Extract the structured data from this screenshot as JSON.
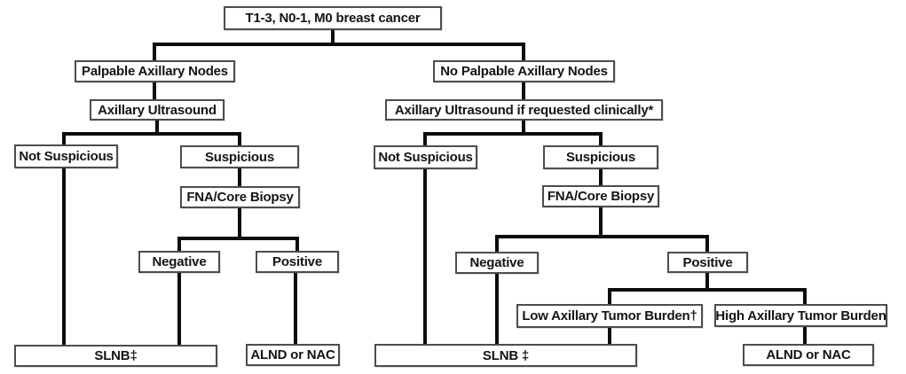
{
  "diagram": {
    "colors": {
      "background": "#ffffff",
      "box_fill": "#ffffff",
      "box_border": "#4d4d4d",
      "connector": "#0d0d0d",
      "text": "#141414"
    },
    "nodes": {
      "root": {
        "label": "T1-3, N0-1, M0 breast cancer"
      },
      "palpable": {
        "label": "Palpable Axillary Nodes"
      },
      "no_palpable": {
        "label": "No Palpable Axillary Nodes"
      },
      "axillary_us_left": {
        "label": "Axillary Ultrasound"
      },
      "axillary_us_right": {
        "label": "Axillary Ultrasound if requested clinically*"
      },
      "not_suspicious_left": {
        "label": "Not Suspicious"
      },
      "suspicious_left": {
        "label": "Suspicious"
      },
      "fna_left": {
        "label": "FNA/Core Biopsy"
      },
      "not_suspicious_right": {
        "label": "Not Suspicious"
      },
      "suspicious_right": {
        "label": "Suspicious"
      },
      "fna_right": {
        "label": "FNA/Core Biopsy"
      },
      "negative_left": {
        "label": "Negative"
      },
      "positive_left": {
        "label": "Positive"
      },
      "negative_right": {
        "label": "Negative"
      },
      "positive_right": {
        "label": "Positive"
      },
      "low_burden": {
        "label": "Low Axillary Tumor Burden†"
      },
      "high_burden": {
        "label": "High Axillary Tumor Burden"
      },
      "slnb_left": {
        "label": "SLNB‡"
      },
      "alnd_left": {
        "label": "ALND or NAC"
      },
      "slnb_right": {
        "label": "SLNB ‡"
      },
      "alnd_right": {
        "label": "ALND or NAC"
      }
    }
  }
}
